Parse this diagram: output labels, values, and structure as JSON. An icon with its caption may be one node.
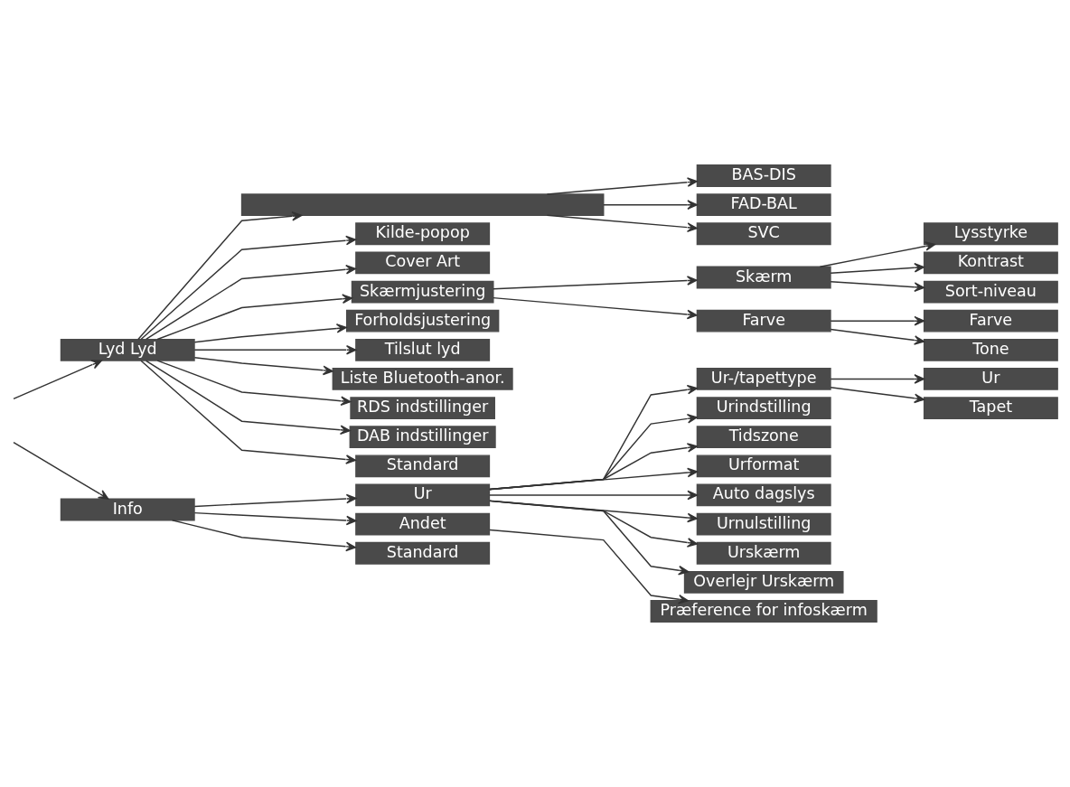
{
  "diagram": {
    "nodes": [
      {
        "text": [
          "Lyd Lyd"
        ]
      },
      {
        "text": [],
        "shape": "bar"
      },
      {
        "text": [
          "BAS-DIS"
        ]
      },
      {
        "text": [
          "FAD-BAL"
        ]
      },
      {
        "text": [
          "SVC"
        ]
      },
      {
        "text": [
          "Kilde-popop"
        ]
      },
      {
        "text": [
          "Cover Art"
        ]
      },
      {
        "text": [
          "Skærmjustering"
        ]
      },
      {
        "text": [
          "Skærm"
        ]
      },
      {
        "text": [
          "Lysstyrke"
        ]
      },
      {
        "text": [
          "Kontrast"
        ]
      },
      {
        "text": [
          "Sort-niveau"
        ]
      },
      {
        "text": [
          "Farve"
        ]
      },
      {
        "text": [
          "Farve"
        ]
      },
      {
        "text": [
          "Tone"
        ]
      },
      {
        "text": [
          "Forholdsjustering"
        ]
      },
      {
        "text": [
          "Tilslut lyd"
        ]
      },
      {
        "text": [
          "Liste Bluetooth-anor."
        ]
      },
      {
        "text": [
          "RDS indstillinger"
        ]
      },
      {
        "text": [
          "DAB indstillinger"
        ]
      },
      {
        "text": [
          "Standard"
        ]
      },
      {
        "text": [
          "Info"
        ]
      },
      {
        "text": [
          "Ur"
        ]
      },
      {
        "text": [
          "Ur-/tapettype"
        ]
      },
      {
        "text": [
          "Ur"
        ]
      },
      {
        "text": [
          "Tapet"
        ]
      },
      {
        "text": [
          "Urindstilling"
        ]
      },
      {
        "text": [
          "Tidszone"
        ]
      },
      {
        "text": [
          "Urformat"
        ]
      },
      {
        "text": [
          "Auto dagslys"
        ]
      },
      {
        "text": [
          "Urnulstilling"
        ]
      },
      {
        "text": [
          "Urskærm"
        ]
      },
      {
        "text": [
          "Overlejr Urskærm"
        ]
      },
      {
        "text": [
          "Andet"
        ]
      },
      {
        "text": [
          "Præference for infoskærm"
        ]
      },
      {
        "text": [
          "Standard"
        ]
      }
    ],
    "edges": [
      {
        "from": null,
        "to": 0,
        "arrow": "to"
      },
      {
        "from": 0,
        "to": 1,
        "arrow": "to"
      },
      {
        "from": 1,
        "to": 2,
        "arrow": "to"
      },
      {
        "from": 1,
        "to": 3,
        "arrow": "to"
      },
      {
        "from": 1,
        "to": 4,
        "arrow": "to"
      },
      {
        "from": 0,
        "to": 5,
        "arrow": "to"
      },
      {
        "from": 0,
        "to": 6,
        "arrow": "to"
      },
      {
        "from": 0,
        "to": 7,
        "arrow": "to"
      },
      {
        "from": 7,
        "to": 8,
        "arrow": "to"
      },
      {
        "from": 8,
        "to": 9,
        "arrow": "to"
      },
      {
        "from": 8,
        "to": 10,
        "arrow": "to"
      },
      {
        "from": 8,
        "to": 11,
        "arrow": "to"
      },
      {
        "from": 7,
        "to": 12,
        "arrow": "to"
      },
      {
        "from": 12,
        "to": 13,
        "arrow": "to"
      },
      {
        "from": 12,
        "to": 14,
        "arrow": "to"
      },
      {
        "from": 0,
        "to": 15,
        "arrow": "to"
      },
      {
        "from": 0,
        "to": 16,
        "arrow": "to"
      },
      {
        "from": 0,
        "to": 17,
        "arrow": "to"
      },
      {
        "from": 0,
        "to": 18,
        "arrow": "to"
      },
      {
        "from": 0,
        "to": 19,
        "arrow": "to"
      },
      {
        "from": 0,
        "to": 20,
        "arrow": "to"
      },
      {
        "from": null,
        "to": 21,
        "arrow": "to"
      },
      {
        "from": 21,
        "to": 22,
        "arrow": "to"
      },
      {
        "from": 22,
        "to": 23,
        "arrow": "to"
      },
      {
        "from": 23,
        "to": 24,
        "arrow": "to"
      },
      {
        "from": 23,
        "to": 25,
        "arrow": "to"
      },
      {
        "from": 22,
        "to": 26,
        "arrow": "to"
      },
      {
        "from": 22,
        "to": 27,
        "arrow": "to"
      },
      {
        "from": 22,
        "to": 28,
        "arrow": "to"
      },
      {
        "from": 22,
        "to": 29,
        "arrow": "to"
      },
      {
        "from": 22,
        "to": 30,
        "arrow": "to"
      },
      {
        "from": 22,
        "to": 31,
        "arrow": "to"
      },
      {
        "from": 22,
        "to": 32,
        "arrow": "to"
      },
      {
        "from": 21,
        "to": 33,
        "arrow": "to"
      },
      {
        "from": 33,
        "to": 34,
        "arrow": "to"
      },
      {
        "from": 21,
        "to": 35,
        "arrow": "to"
      }
    ]
  }
}
